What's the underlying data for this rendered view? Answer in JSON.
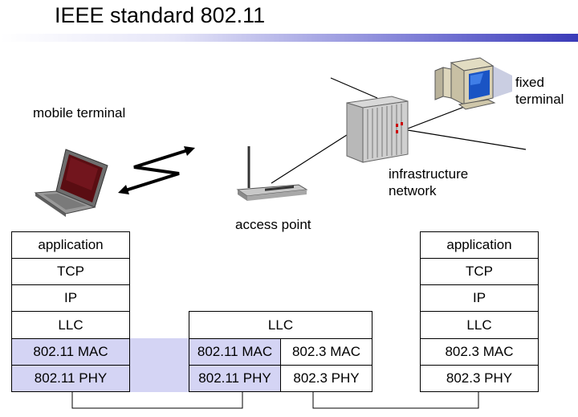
{
  "title": "IEEE standard 802.11",
  "labels": {
    "mobile_terminal": "mobile terminal",
    "access_point": "access point",
    "infrastructure_network_1": "infrastructure",
    "infrastructure_network_2": "network",
    "fixed_terminal_1": "fixed",
    "fixed_terminal_2": "terminal"
  },
  "stacks": {
    "mobile": [
      "application",
      "TCP",
      "IP",
      "LLC",
      "802.11 MAC",
      "802.11 PHY"
    ],
    "access_point": {
      "llc": "LLC",
      "left": [
        "802.11 MAC",
        "802.11 PHY"
      ],
      "right": [
        "802.3 MAC",
        "802.3 PHY"
      ]
    },
    "fixed": [
      "application",
      "TCP",
      "IP",
      "LLC",
      "802.3 MAC",
      "802.3 PHY"
    ]
  },
  "colors": {
    "wireless_highlight": "#d4d4f4",
    "accent": "#3a3ab8"
  },
  "icons": [
    "laptop-icon",
    "wireless-link-icon",
    "access-point-icon",
    "network-switch-icon",
    "desktop-computer-icon"
  ]
}
